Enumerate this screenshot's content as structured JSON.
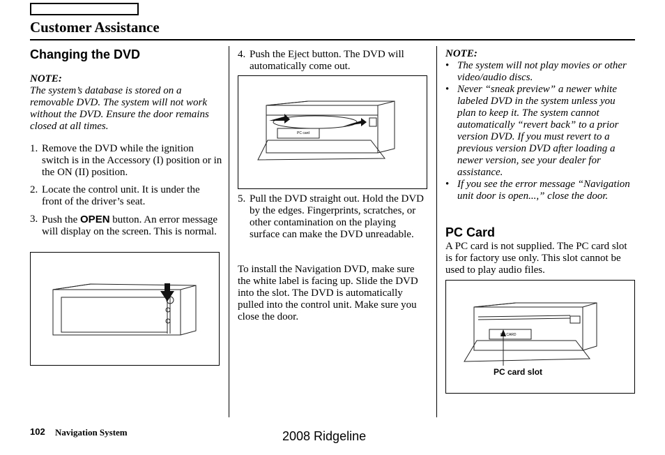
{
  "header": {
    "title": "Customer Assistance"
  },
  "col1": {
    "heading": "Changing the DVD",
    "note_label": "NOTE:",
    "note_text": "The system’s database is stored on a removable DVD. The system will not work without the DVD. Ensure the door remains closed at all times.",
    "steps": [
      {
        "num": "1.",
        "text": "Remove the DVD while the ignition switch is in the Accessory (I) position or in the ON (II) position."
      },
      {
        "num": "2.",
        "text": "Locate the control unit. It is under the front of the driver’s seat."
      },
      {
        "num": "3.",
        "pre": "Push the ",
        "key": "OPEN",
        "post": " button. An error message will display on the screen. This is normal."
      }
    ]
  },
  "col2": {
    "step4": {
      "num": "4.",
      "text": "Push the Eject button. The DVD will automatically come out."
    },
    "step5": {
      "num": "5.",
      "text": "Pull the DVD straight out. Hold the DVD by the edges. Fingerprints, scratches, or other contamination on the playing surface can make the DVD unreadable."
    },
    "install_text": "To install the Navigation DVD, make sure the white label is facing up. Slide the DVD into the slot. The DVD is automatically pulled into the control unit. Make sure you close the door.",
    "fig_card_text": "PC card"
  },
  "col3": {
    "note_label": "NOTE:",
    "bullets": [
      "The system will not play movies or other video/audio discs.",
      "Never “sneak preview” a newer white labeled DVD in the system unless you plan to keep it. The system cannot automatically “revert back” to a prior version DVD. If you must revert to a previous version DVD after loading a newer version, see your dealer for assistance.",
      "If you see the error message “Navigation unit door is open...,” close the door."
    ],
    "pc_heading": "PC Card",
    "pc_text": "A PC card is not supplied. The PC card slot is for factory use only. This slot cannot be used to play audio files.",
    "figure_label": "PC card slot",
    "fig_card_text": "PC CARD"
  },
  "footer": {
    "page_number": "102",
    "title": "Navigation System",
    "model": "2008  Ridgeline"
  }
}
